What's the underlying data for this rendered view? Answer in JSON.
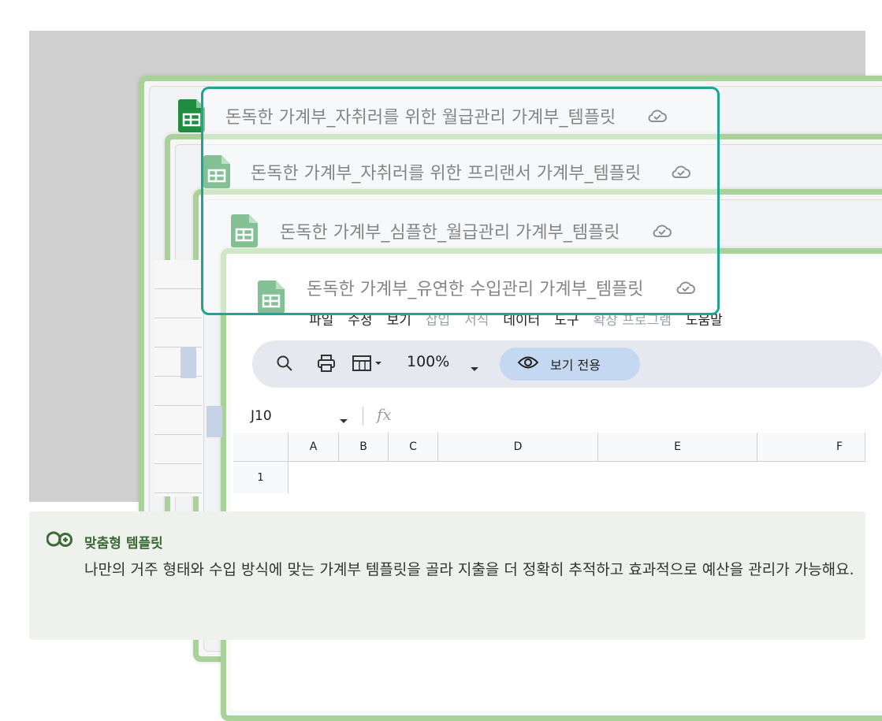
{
  "files": [
    {
      "title": "돈독한 가계부_자취러를 위한 월급관리 가계부_템플릿"
    },
    {
      "title": "돈독한 가계부_자취러를 위한 프리랜서 가계부_템플릿"
    },
    {
      "title": "돈독한 가계부_심플한_월급관리 가계부_템플릿"
    },
    {
      "title": "돈독한 가계부_유연한 수입관리 가계부_템플릿"
    }
  ],
  "menu": [
    "파일",
    "수정",
    "보기",
    "삽입",
    "서식",
    "데이터",
    "도구",
    "확장 프로그램",
    "도움말"
  ],
  "toolbar": {
    "zoom": "100%",
    "view_only_label": "보기 전용",
    "icons": [
      "search-icon",
      "print-icon",
      "format-icon",
      "eye-icon"
    ]
  },
  "formula_bar": {
    "cell_ref": "J10",
    "fx_label": "fx"
  },
  "grid": {
    "columns": [
      "A",
      "B",
      "C",
      "D",
      "E",
      "F"
    ],
    "rows": [
      "1"
    ]
  },
  "callout": {
    "title": "맞춤형 템플릿",
    "body": "나만의 거주 형태와 수입 방식에 맞는 가계부 템플릿을 골라 지출을 더 정확히 추적하고 효과적으로 예산을 관리가 가능해요."
  },
  "colors": {
    "accent_green": "#a8d29a",
    "teal_frame": "#1aa693",
    "sheets_green": "#1e8e3e",
    "callout_bg": "#eef1ec"
  }
}
